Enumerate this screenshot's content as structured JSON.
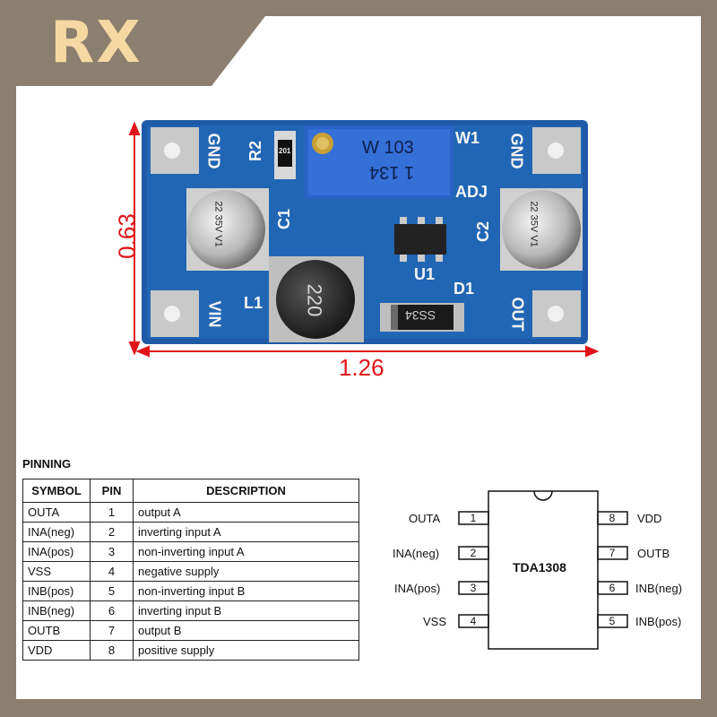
{
  "brand": {
    "text": "RX",
    "colors": {
      "banner": "#8c7f70",
      "text": "#f5d9a3"
    }
  },
  "dimensions": {
    "height": "0.63",
    "width": "1.26",
    "color": "#e0141a"
  },
  "board": {
    "color": "#1e5aa8",
    "labels": {
      "gnd_left": "GND",
      "gnd_right": "GND",
      "vin": "VIN",
      "out": "OUT",
      "r2": "R2",
      "resistor_code": "201",
      "w1": "W1",
      "adj": "ADJ",
      "c1": "C1",
      "c2": "C2",
      "l1": "L1",
      "u1": "U1",
      "d1": "D1",
      "trimmer_line1": "W 103",
      "trimmer_line2": "1 134",
      "cap_left": "22 35V V1",
      "cap_right": "22 35V V1",
      "inductor": "220",
      "diode": "SS34"
    }
  },
  "pinning": {
    "title": "PINNING",
    "headers": [
      "SYMBOL",
      "PIN",
      "DESCRIPTION"
    ],
    "rows": [
      {
        "symbol": "OUTA",
        "pin": "1",
        "description": "output A"
      },
      {
        "symbol": "INA(neg)",
        "pin": "2",
        "description": "inverting input A"
      },
      {
        "symbol": "INA(pos)",
        "pin": "3",
        "description": "non-inverting input A"
      },
      {
        "symbol": "VSS",
        "pin": "4",
        "description": "negative supply"
      },
      {
        "symbol": "INB(pos)",
        "pin": "5",
        "description": "non-inverting input B"
      },
      {
        "symbol": "INB(neg)",
        "pin": "6",
        "description": "inverting input B"
      },
      {
        "symbol": "OUTB",
        "pin": "7",
        "description": "output B"
      },
      {
        "symbol": "VDD",
        "pin": "8",
        "description": "positive supply"
      }
    ]
  },
  "chip": {
    "name": "TDA1308",
    "left_pins": [
      {
        "num": "1",
        "label": "OUTA"
      },
      {
        "num": "2",
        "label": "INA(neg)"
      },
      {
        "num": "3",
        "label": "INA(pos)"
      },
      {
        "num": "4",
        "label": "VSS"
      }
    ],
    "right_pins": [
      {
        "num": "8",
        "label": "VDD"
      },
      {
        "num": "7",
        "label": "OUTB"
      },
      {
        "num": "6",
        "label": "INB(neg)"
      },
      {
        "num": "5",
        "label": "INB(pos)"
      }
    ]
  }
}
